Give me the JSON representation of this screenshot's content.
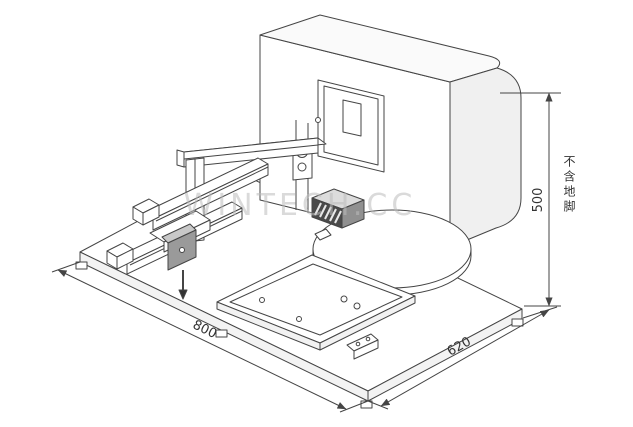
{
  "dimensions": {
    "width": "800",
    "depth": "620",
    "height": "500",
    "height_note": "不含地脚"
  },
  "watermark": {
    "text": "WINTECH.CC"
  },
  "colors": {
    "line": "#454545",
    "background": "#ffffff"
  }
}
